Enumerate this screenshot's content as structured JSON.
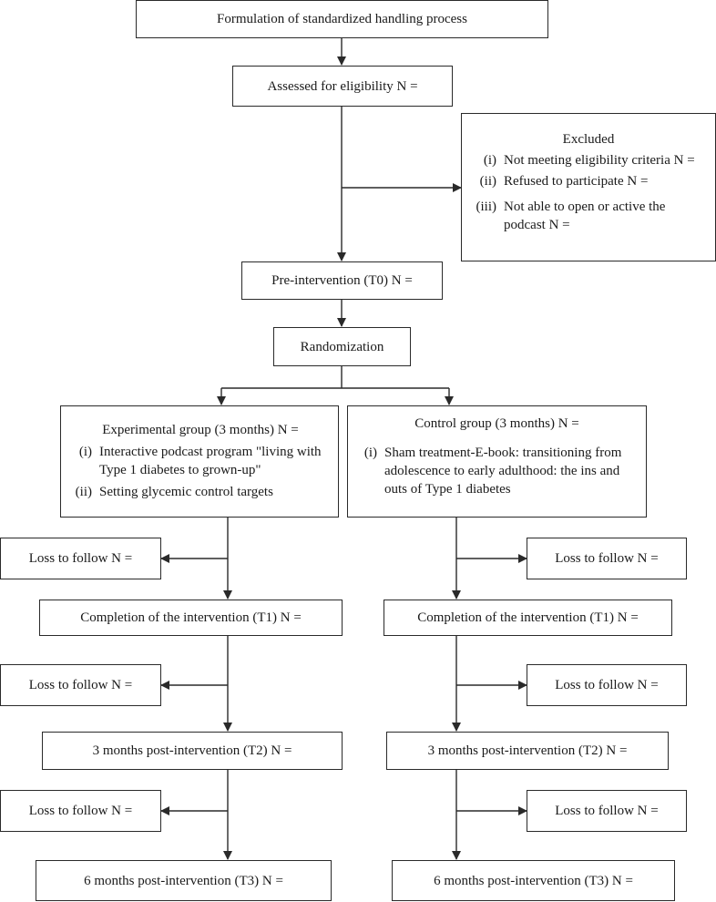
{
  "top": {
    "process": "Formulation of standardized handling process"
  },
  "assessed": "Assessed for eligibility N =",
  "excluded": {
    "title": "Excluded",
    "items": [
      {
        "num": "(i)",
        "text": "Not meeting eligibility criteria N ="
      },
      {
        "num": "(ii)",
        "text": "Refused to participate N ="
      },
      {
        "num": "(iii)",
        "text": "Not able to open or active the podcast N ="
      }
    ]
  },
  "pre_intervention": "Pre-intervention (T0) N =",
  "randomization": "Randomization",
  "experimental": {
    "title": "Experimental group (3 months) N =",
    "items": [
      {
        "num": "(i)",
        "text": "Interactive podcast program \"living with Type 1 diabetes to grown-up\""
      },
      {
        "num": "(ii)",
        "text": "Setting glycemic control targets"
      }
    ],
    "loss_1": "Loss to follow N =",
    "t1": "Completion of the intervention (T1) N =",
    "loss_2": "Loss to follow N =",
    "t2": "3 months post-intervention (T2) N =",
    "loss_3": "Loss to follow N =",
    "t3": "6 months post-intervention (T3) N ="
  },
  "control": {
    "title": "Control group (3 months) N =",
    "items": [
      {
        "num": "(i)",
        "text": "Sham treatment-E-book: transitioning from adolescence to early adulthood: the ins and outs of Type 1 diabetes"
      }
    ],
    "loss_1": "Loss to follow N =",
    "t1": "Completion of the intervention (T1) N =",
    "loss_2": "Loss to follow N =",
    "t2": "3 months post-intervention (T2) N =",
    "loss_3": "Loss to follow N =",
    "t3": "6 months post-intervention (T3) N ="
  }
}
